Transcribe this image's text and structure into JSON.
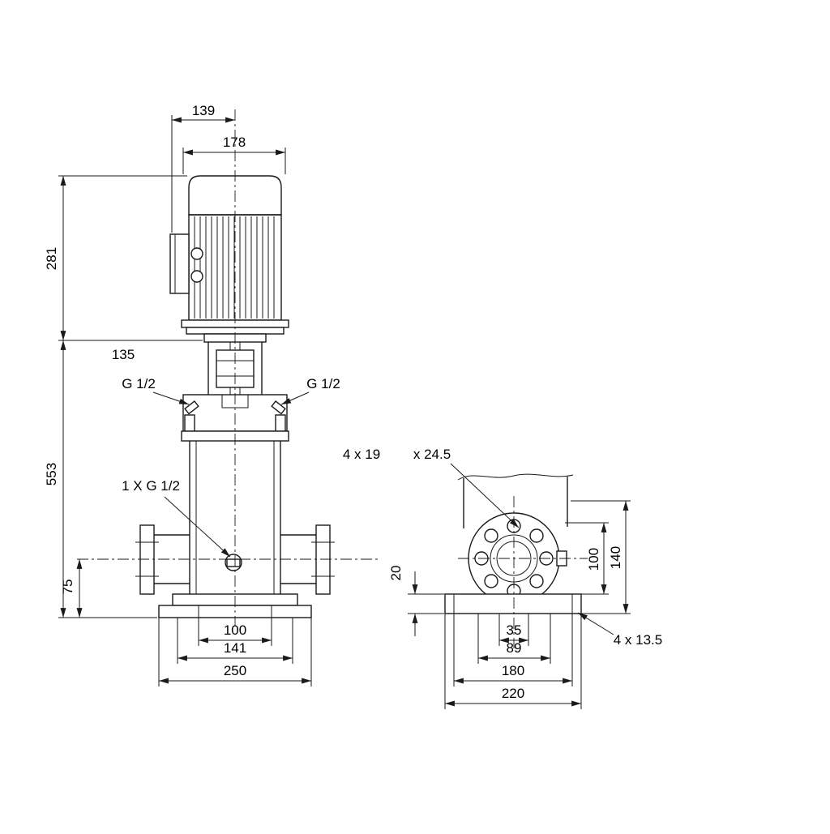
{
  "drawing": {
    "front_view": {
      "dim_139": "139",
      "dim_178": "178",
      "dim_281": "281",
      "dim_135": "135",
      "dim_553": "553",
      "dim_75": "75",
      "dim_100": "100",
      "dim_141": "141",
      "dim_250": "250",
      "port_left_label": "G 1/2",
      "port_right_label": "G 1/2",
      "drain_label": "1 X G 1/2"
    },
    "side_view": {
      "hole_count_label": "4 x 19",
      "counterbore_label": "x 24.5",
      "dim_20": "20",
      "dim_100": "100",
      "dim_140": "140",
      "dim_35": "35",
      "dim_89": "89",
      "dim_180": "180",
      "dim_220": "220",
      "base_hole_label": "4 x 13.5"
    }
  }
}
